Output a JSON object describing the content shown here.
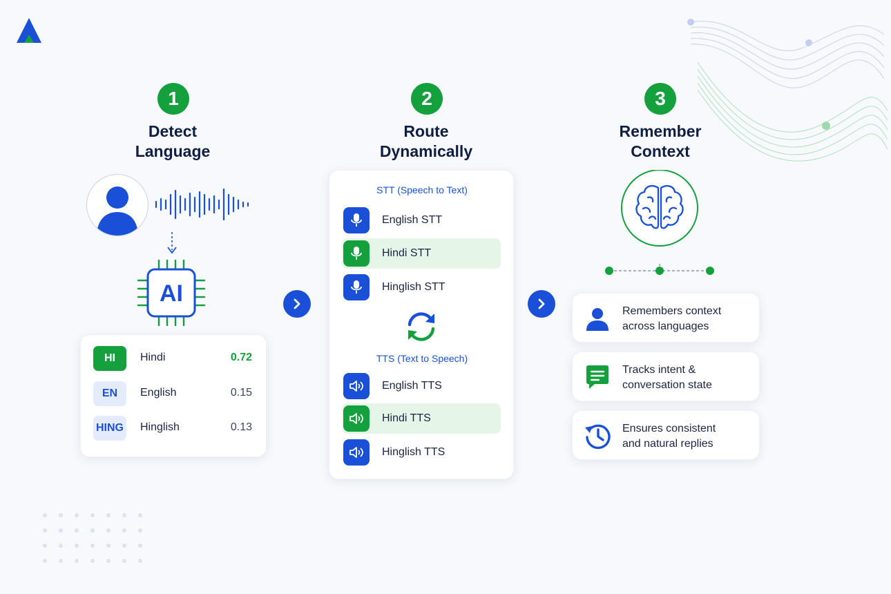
{
  "steps": [
    {
      "number": "1",
      "title_line1": "Detect",
      "title_line2": "Language"
    },
    {
      "number": "2",
      "title_line1": "Route",
      "title_line2": "Dynamically"
    },
    {
      "number": "3",
      "title_line1": "Remember",
      "title_line2": "Context"
    }
  ],
  "chip_label": "AI",
  "languages": [
    {
      "code": "HI",
      "name": "Hindi",
      "score": 0.72,
      "score_text": "0.72"
    },
    {
      "code": "EN",
      "name": "English",
      "score": 0.15,
      "score_text": "0.15"
    },
    {
      "code": "HING",
      "name": "Hinglish",
      "score": 0.13,
      "score_text": "0.13"
    }
  ],
  "routing": {
    "stt_title": "STT (Speech to Text)",
    "stt_items": [
      "English STT",
      "Hindi STT",
      "Hinglish STT"
    ],
    "tts_title": "TTS (Text to Speech)",
    "tts_items": [
      "English TTS",
      "Hindi TTS",
      "Hinglish TTS"
    ],
    "active_item": "Hindi"
  },
  "context_items": [
    {
      "icon": "user-icon",
      "line1": "Remembers context",
      "line2": "across languages"
    },
    {
      "icon": "chat-icon",
      "line1": "Tracks intent &",
      "line2": "conversation state"
    },
    {
      "icon": "history-icon",
      "line1": "Ensures consistent",
      "line2": "and natural replies"
    }
  ],
  "colors": {
    "primary_blue": "#1a50d8",
    "primary_green": "#14a03c",
    "title_navy": "#0f1f44",
    "background": "#f7f9fc"
  }
}
